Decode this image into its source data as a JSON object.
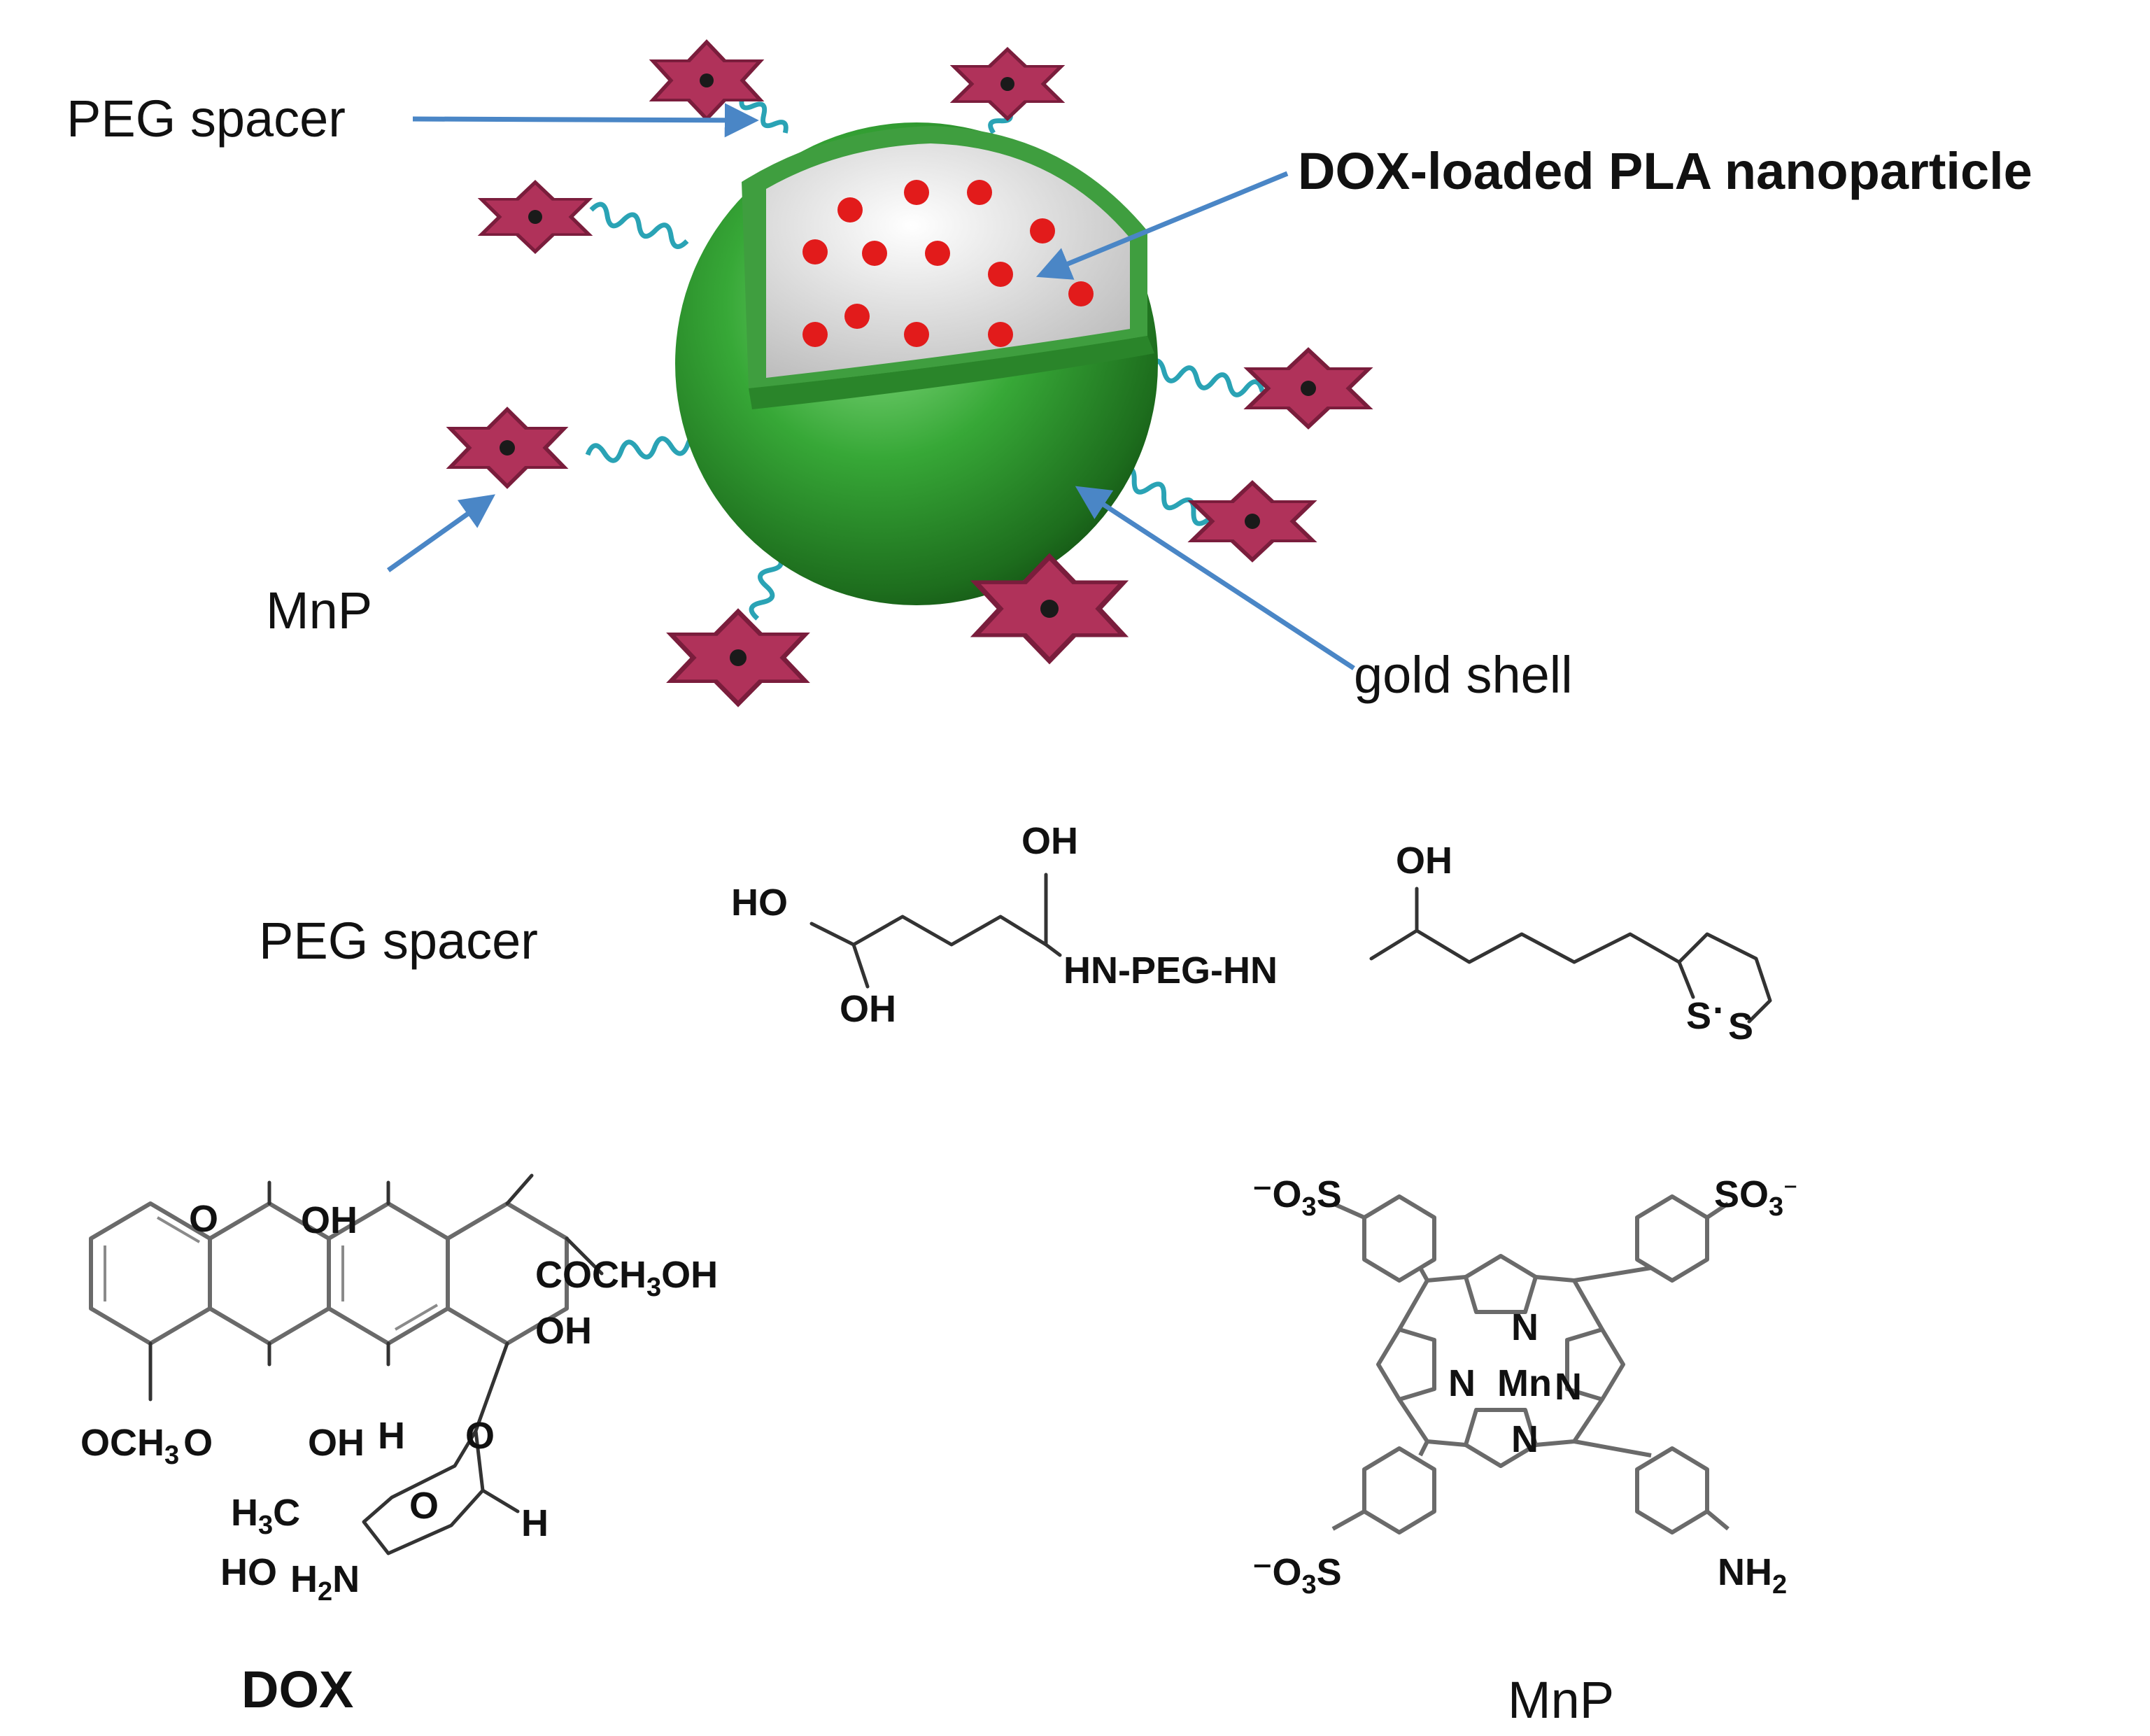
{
  "labels": {
    "peg_spacer_top": "PEG spacer",
    "dox_nanoparticle": "DOX-loaded PLA nanoparticle",
    "mnp_top": "MnP",
    "gold_shell": "gold shell",
    "peg_spacer_struct": "PEG spacer",
    "dox_caption": "DOX",
    "mnp_caption": "MnP"
  },
  "peg_structure": {
    "ho": "HO",
    "oh_bottom": "OH",
    "oh_top1": "OH",
    "oh_top2": "OH",
    "linker": "HN-PEG-HN",
    "s1": "S",
    "dot": "·",
    "s2": "S"
  },
  "dox_structure": {
    "o_top": "O",
    "oh_top": "OH",
    "coch": "COCH",
    "coch_sub": "3",
    "coch_oh": "OH",
    "oh_right": "OH",
    "och": "OCH",
    "och_sub": "3",
    "och_o": "O",
    "oh_bottom": "OH",
    "h1": "H",
    "o_ring": "O",
    "h3c": "H",
    "h3c_sub": "3",
    "h3c_c": "C",
    "o_sugar": "O",
    "h2": "H",
    "ho": "HO",
    "h2n": "H",
    "h2n_sub": "2",
    "h2n_n": "N"
  },
  "mnp_structure": {
    "o3s_tl": "O",
    "o3s_tl_sub": "3",
    "o3s_tl_s": "S",
    "so3_tr": "SO",
    "so3_tr_sub": "3",
    "o3s_bl": "O",
    "o3s_bl_sub": "3",
    "o3s_bl_s": "S",
    "nh2": "NH",
    "nh2_sub": "2",
    "n_top": "N",
    "n_left": "N",
    "mn": "Mn",
    "n_right": "N",
    "n_bottom": "N"
  },
  "colors": {
    "sphere_green": "#2f9a2f",
    "core_gray": "#e8e8e8",
    "dox_dot": "#e21b1b",
    "mnp_star": "#b0325a",
    "spring": "#2aa3b5",
    "arrow": "#4a86c6"
  }
}
